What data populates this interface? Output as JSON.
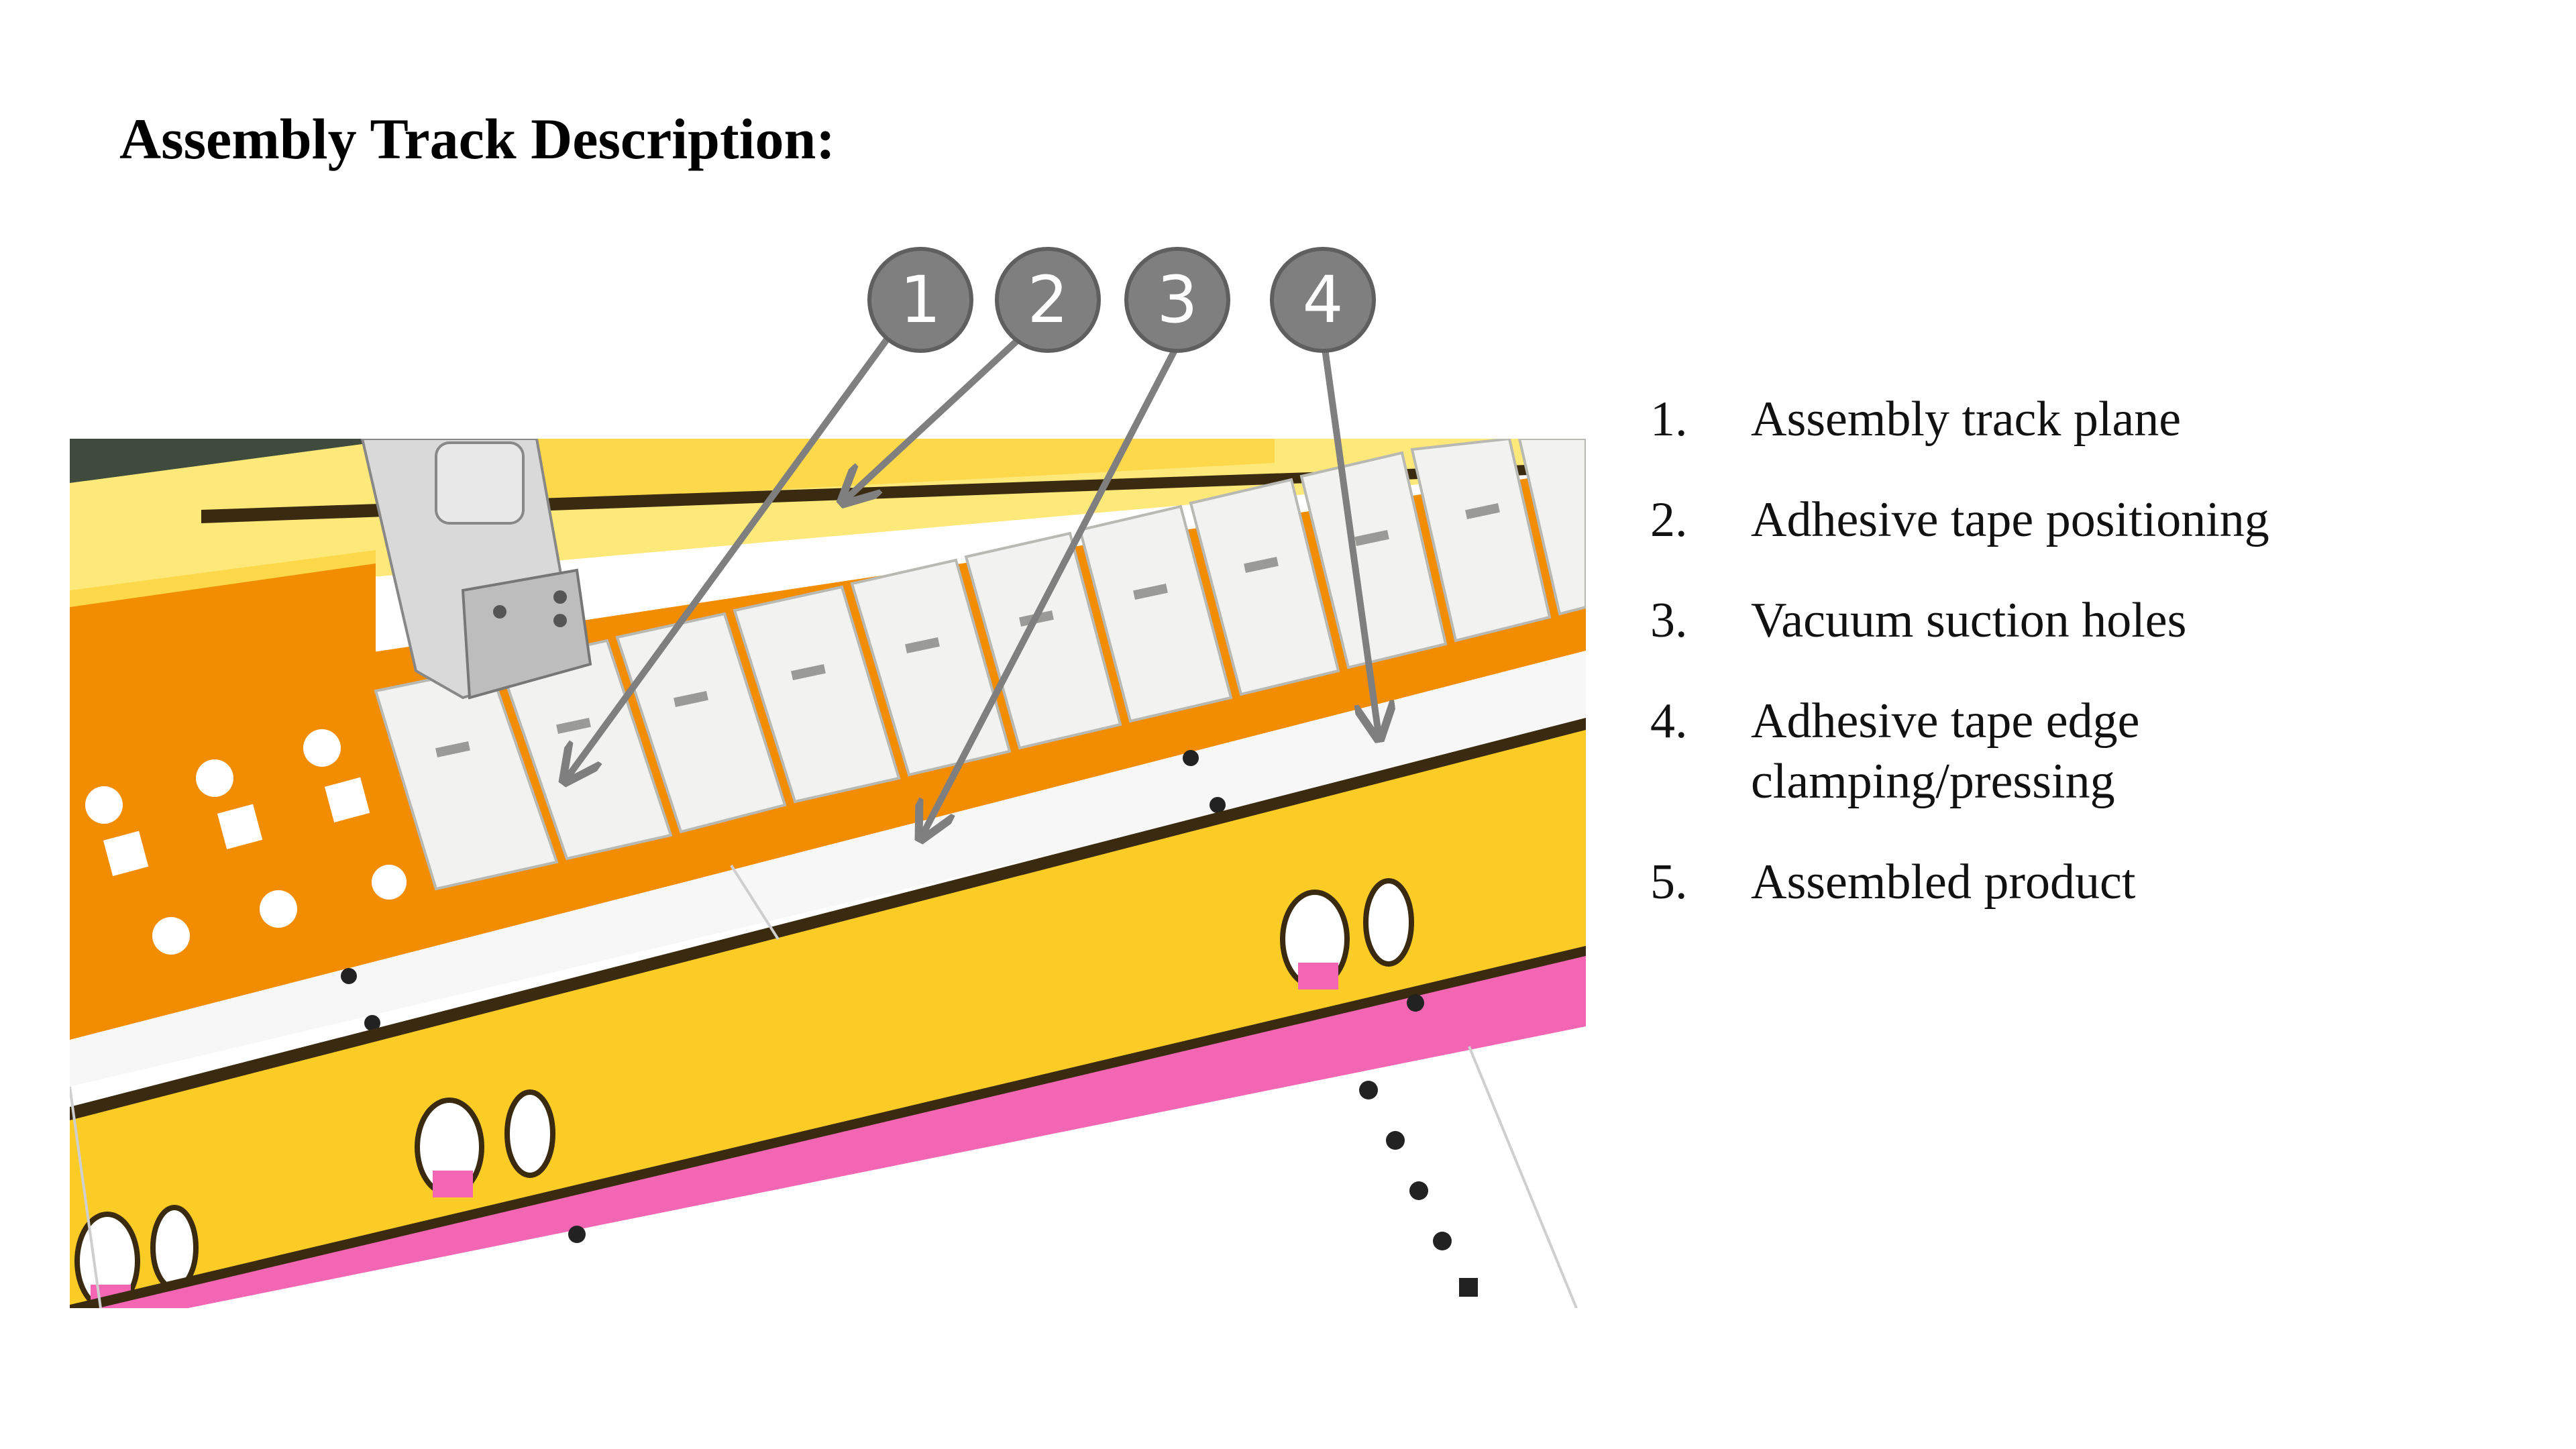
{
  "title": "Assembly Track Description:",
  "callouts": [
    {
      "label": "1"
    },
    {
      "label": "2"
    },
    {
      "label": "3"
    },
    {
      "label": "4"
    }
  ],
  "legend": [
    {
      "number": "1.",
      "text": "Assembly track plane"
    },
    {
      "number": "2.",
      "text": "Adhesive tape positioning"
    },
    {
      "number": "3.",
      "text": "Vacuum suction holes"
    },
    {
      "number": "4.",
      "text": "Adhesive tape edge clamping/pressing"
    },
    {
      "number": "5.",
      "text": "Assembled product"
    }
  ],
  "colors": {
    "track_orange": "#f28c00",
    "rail_yellow": "#fccc26",
    "light_yellow": "#fde87a",
    "pink_base": "#f266b3",
    "callout_gray": "#7f7f7f",
    "pad_white": "#f2f2f0"
  }
}
